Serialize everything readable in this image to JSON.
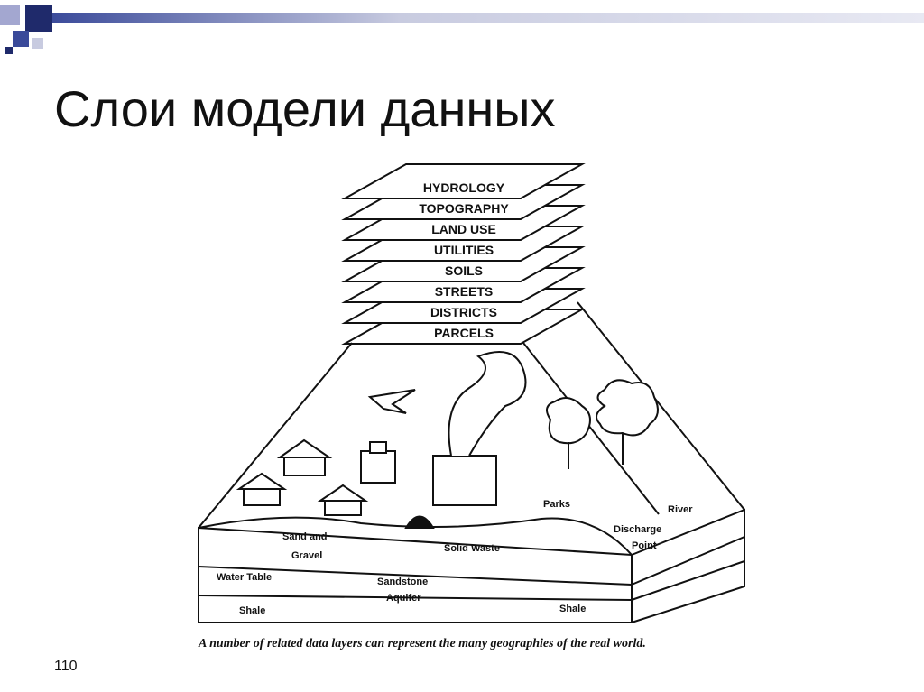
{
  "slide": {
    "title": "Слои модели данных",
    "page_number": "110",
    "accent_color": "#1f2a6b",
    "bar_color": "#c8cbe0"
  },
  "diagram": {
    "layers": [
      "HYDROLOGY",
      "TOPOGRAPHY",
      "LAND USE",
      "UTILITIES",
      "SOILS",
      "STREETS",
      "DISTRICTS",
      "PARCELS"
    ],
    "labels": {
      "sand_gravel_1": "Sand and",
      "sand_gravel_2": "Gravel",
      "solid_waste": "Solid Waste",
      "parks": "Parks",
      "river": "River",
      "discharge_1": "Discharge",
      "discharge_2": "Point",
      "water_table": "Water Table",
      "sandstone_1": "Sandstone",
      "sandstone_2": "Aquifer",
      "shale_left": "Shale",
      "shale_right": "Shale"
    },
    "caption": "A number of related data layers can represent the many geographies of the real world."
  }
}
